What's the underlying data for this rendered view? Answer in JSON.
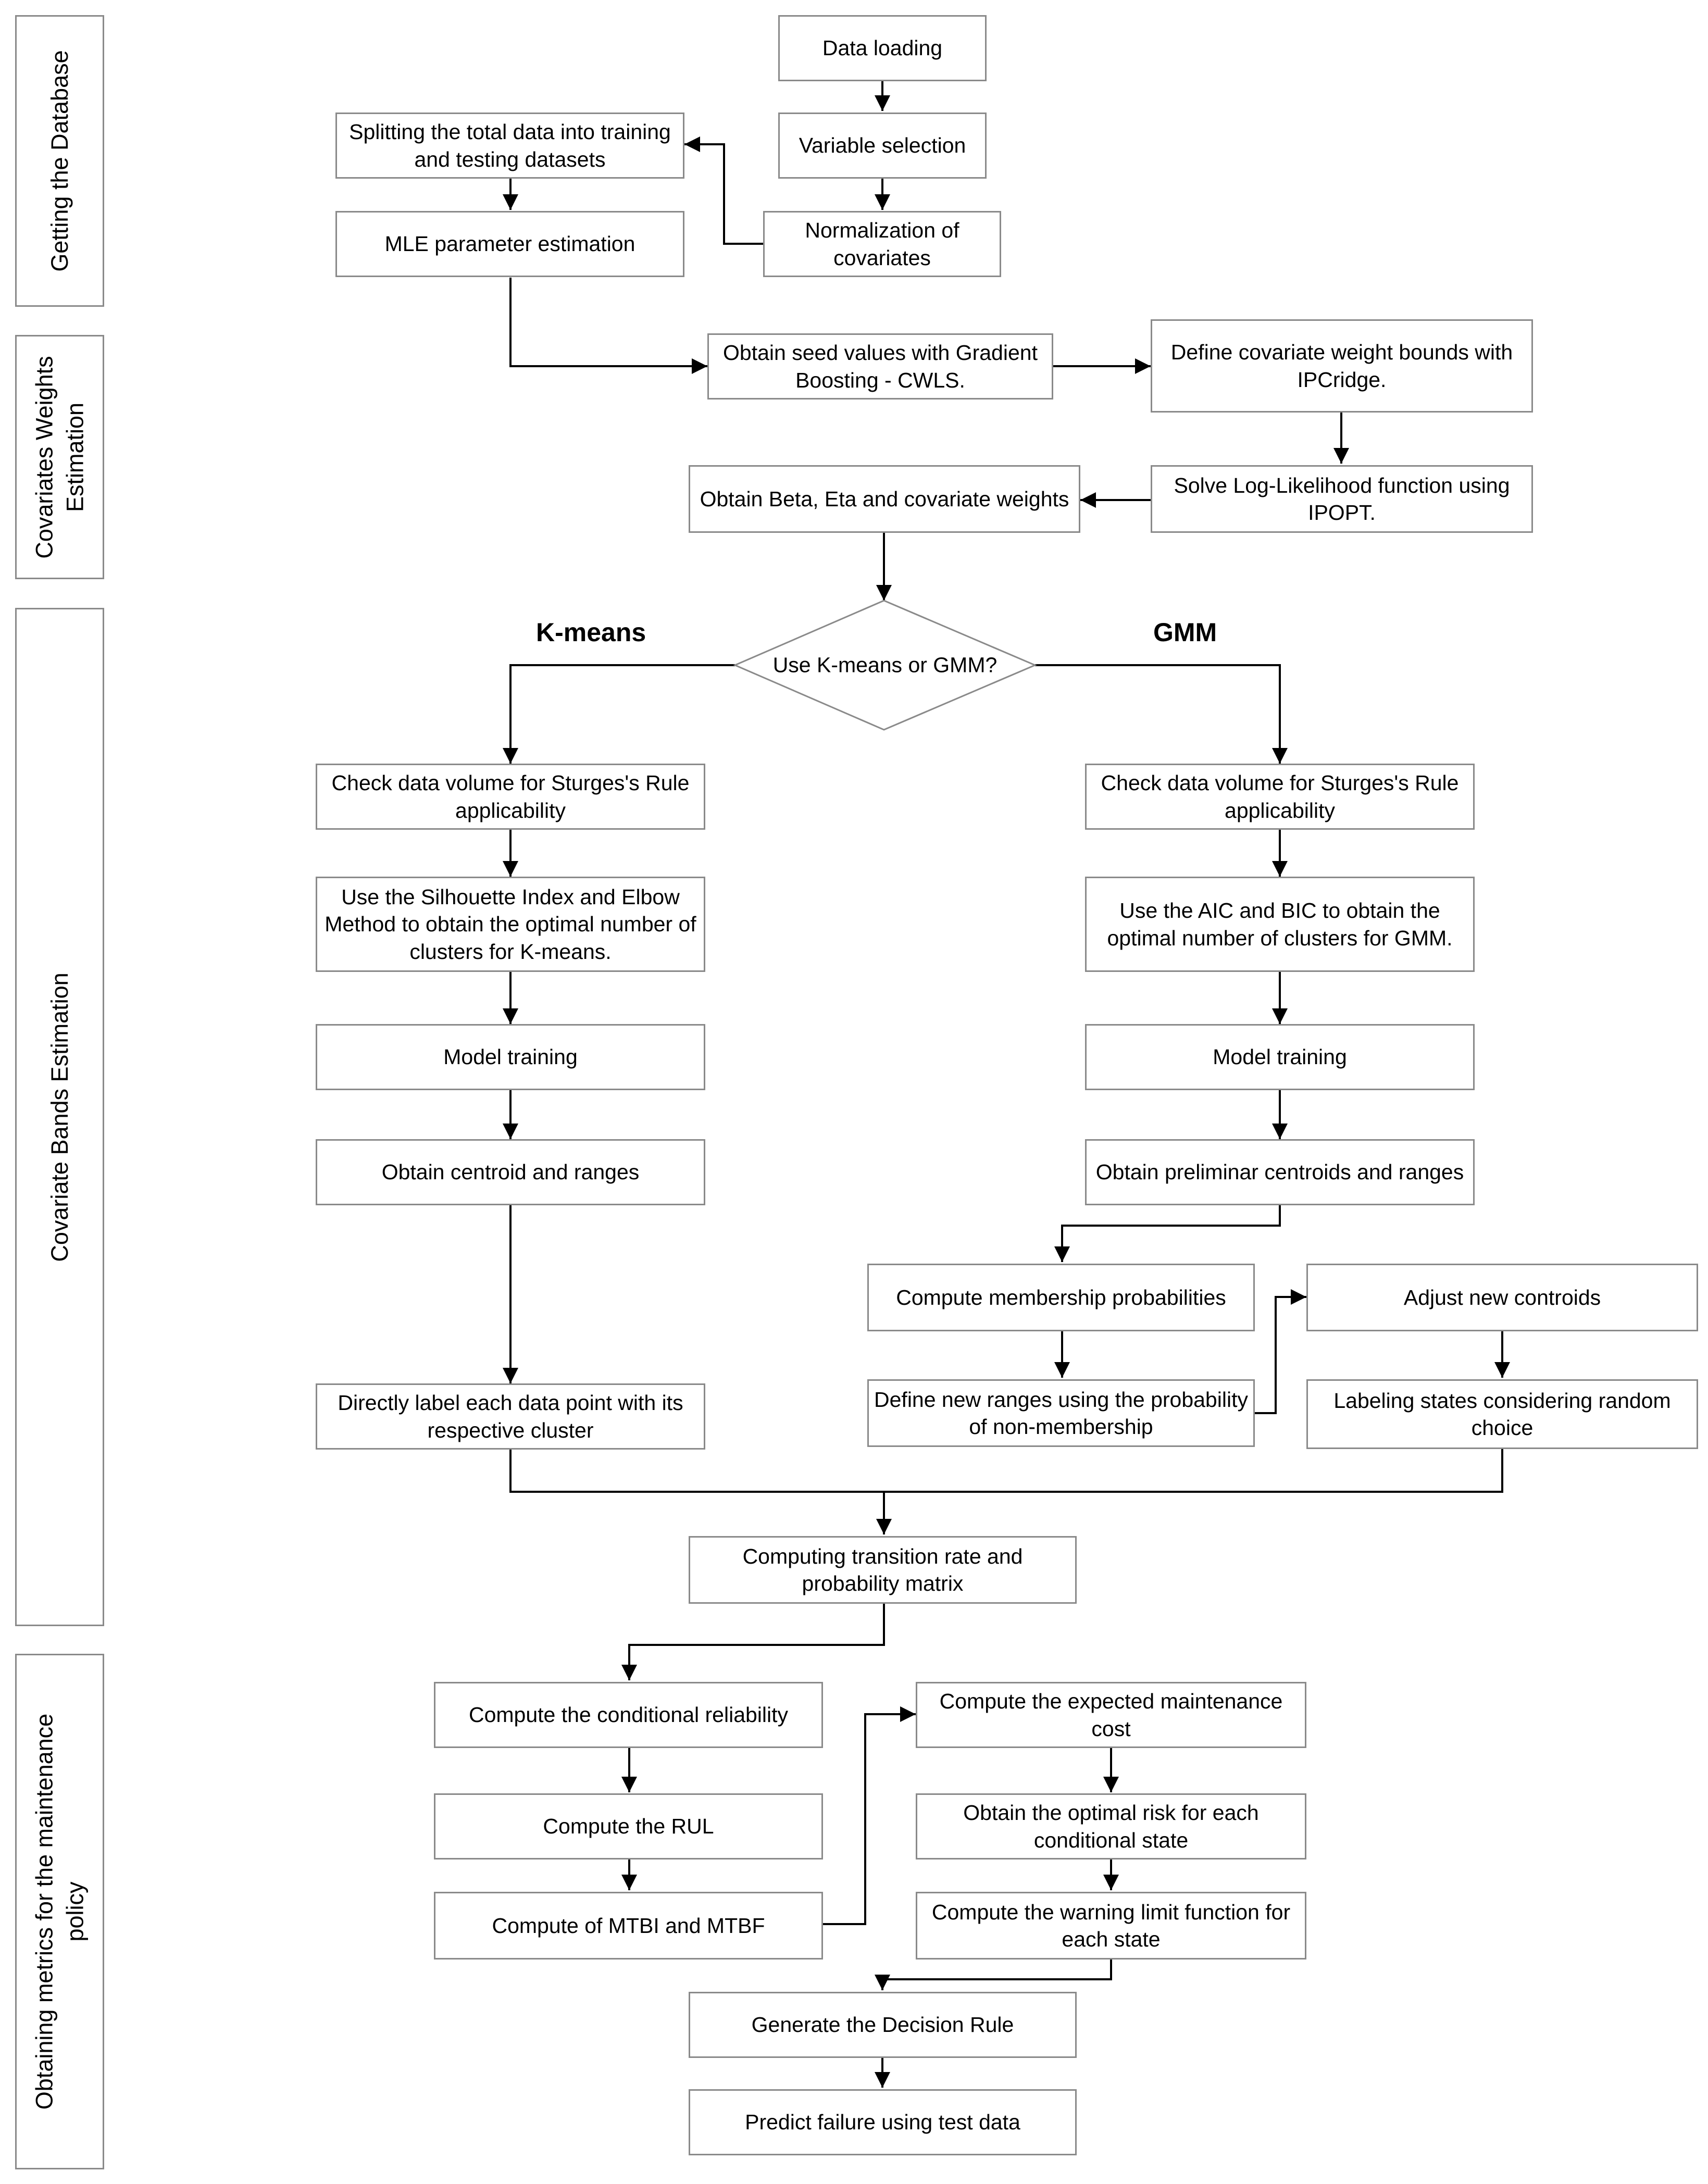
{
  "lanes": {
    "database": "Getting the Database",
    "weights": "Covariates Weights\nEstimation",
    "bands": "Covariate Bands Estimation",
    "metrics": "Obtaining metrics for the maintenance\npolicy"
  },
  "nodes": {
    "data_loading": "Data loading",
    "variable_selection": "Variable selection",
    "normalization": "Normalization of covariates",
    "splitting": "Splitting the total data into training and testing datasets",
    "mle": "MLE parameter estimation",
    "seed_values": "Obtain seed values with Gradient Boosting - CWLS.",
    "weight_bounds": "Define covariate weight bounds with IPCridge.",
    "solve_loglik": "Solve Log-Likelihood function using IPOPT.",
    "beta_eta": "Obtain Beta, Eta and covariate weights",
    "decision": "Use K-means or GMM?",
    "km_sturges": "Check data volume for Sturges's Rule applicability",
    "km_silhouette": "Use the Silhouette Index and Elbow Method to obtain the optimal number of clusters for K-means.",
    "km_training": "Model training",
    "km_centroid": "Obtain centroid and ranges",
    "km_label": "Directly label each data point with its respective cluster",
    "gmm_sturges": "Check data volume for Sturges's Rule applicability",
    "gmm_aic_bic": "Use the AIC and BIC to obtain the optimal number of clusters for GMM.",
    "gmm_training": "Model training",
    "gmm_centroids": "Obtain preliminar centroids and ranges",
    "membership": "Compute membership probabilities",
    "new_ranges": "Define new ranges using the probability of non-membership",
    "adjust_centroids": "Adjust new controids",
    "labeling_states": "Labeling states considering random choice",
    "transition": "Computing transition rate and probability matrix",
    "cond_reliability": "Compute the conditional reliability",
    "rul": "Compute the RUL",
    "mtbi_mtbf": "Compute of MTBI and MTBF",
    "expected_cost": "Compute the expected maintenance cost",
    "optimal_risk": "Obtain the optimal risk for each conditional state",
    "warning_limit": "Compute the warning limit function for each state",
    "decision_rule": "Generate the Decision Rule",
    "predict_failure": "Predict failure using test data"
  },
  "branches": {
    "kmeans": "K-means",
    "gmm": "GMM"
  },
  "colors": {
    "border": "#8a8a8a",
    "line": "#000000",
    "text": "#000000",
    "background": "#ffffff"
  }
}
